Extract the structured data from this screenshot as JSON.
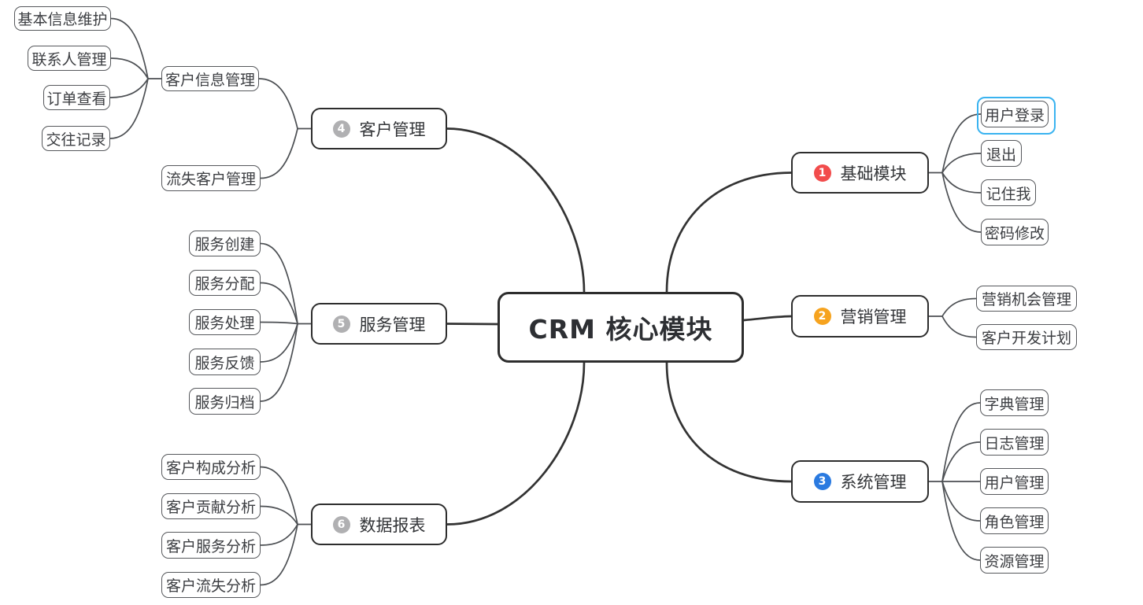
{
  "root": {
    "id": "crm-root",
    "label": "CRM 核心模块"
  },
  "colors": {
    "background": "#ffffff",
    "main_line": "#333333",
    "child_line": "#4c4f53",
    "selection": "#3ab3f0",
    "badge_red": "#f24c4c",
    "badge_orange": "#f6a31f",
    "badge_blue": "#2a7ae0",
    "badge_gray": "#b0b0b2"
  },
  "selected_node": "user-login",
  "branches": [
    {
      "id": "basic-module",
      "badge": "1",
      "badge_color": "#f24c4c",
      "label": "基础模块",
      "children": [
        {
          "id": "user-login",
          "label": "用户登录",
          "selected": true
        },
        {
          "id": "logout",
          "label": "退出"
        },
        {
          "id": "remember-me",
          "label": "记住我"
        },
        {
          "id": "password-change",
          "label": "密码修改"
        }
      ]
    },
    {
      "id": "marketing-management",
      "badge": "2",
      "badge_color": "#f6a31f",
      "label": "营销管理",
      "children": [
        {
          "id": "marketing-opportunity",
          "label": "营销机会管理"
        },
        {
          "id": "customer-dev-plan",
          "label": "客户开发计划"
        }
      ]
    },
    {
      "id": "system-management",
      "badge": "3",
      "badge_color": "#2a7ae0",
      "label": "系统管理",
      "children": [
        {
          "id": "dict-management",
          "label": "字典管理"
        },
        {
          "id": "log-management",
          "label": "日志管理"
        },
        {
          "id": "user-management",
          "label": "用户管理"
        },
        {
          "id": "role-management",
          "label": "角色管理"
        },
        {
          "id": "resource-management",
          "label": "资源管理"
        }
      ]
    },
    {
      "id": "customer-management",
      "badge": "4",
      "badge_color": "#b0b0b2",
      "label": "客户管理",
      "children": [
        {
          "id": "customer-info-management",
          "label": "客户信息管理",
          "children": [
            {
              "id": "basic-info-maintain",
              "label": "基本信息维护"
            },
            {
              "id": "contact-management",
              "label": "联系人管理"
            },
            {
              "id": "order-view",
              "label": "订单查看"
            },
            {
              "id": "contact-record",
              "label": "交往记录"
            }
          ]
        },
        {
          "id": "churn-customer-management",
          "label": "流失客户管理"
        }
      ]
    },
    {
      "id": "service-management",
      "badge": "5",
      "badge_color": "#b0b0b2",
      "label": "服务管理",
      "children": [
        {
          "id": "service-create",
          "label": "服务创建"
        },
        {
          "id": "service-assign",
          "label": "服务分配"
        },
        {
          "id": "service-process",
          "label": "服务处理"
        },
        {
          "id": "service-feedback",
          "label": "服务反馈"
        },
        {
          "id": "service-archive",
          "label": "服务归档"
        }
      ]
    },
    {
      "id": "data-report",
      "badge": "6",
      "badge_color": "#b0b0b2",
      "label": "数据报表",
      "children": [
        {
          "id": "customer-composition-analysis",
          "label": "客户构成分析"
        },
        {
          "id": "customer-contribution-analysis",
          "label": "客户贡献分析"
        },
        {
          "id": "customer-service-analysis",
          "label": "客户服务分析"
        },
        {
          "id": "customer-churn-analysis",
          "label": "客户流失分析"
        }
      ]
    }
  ]
}
